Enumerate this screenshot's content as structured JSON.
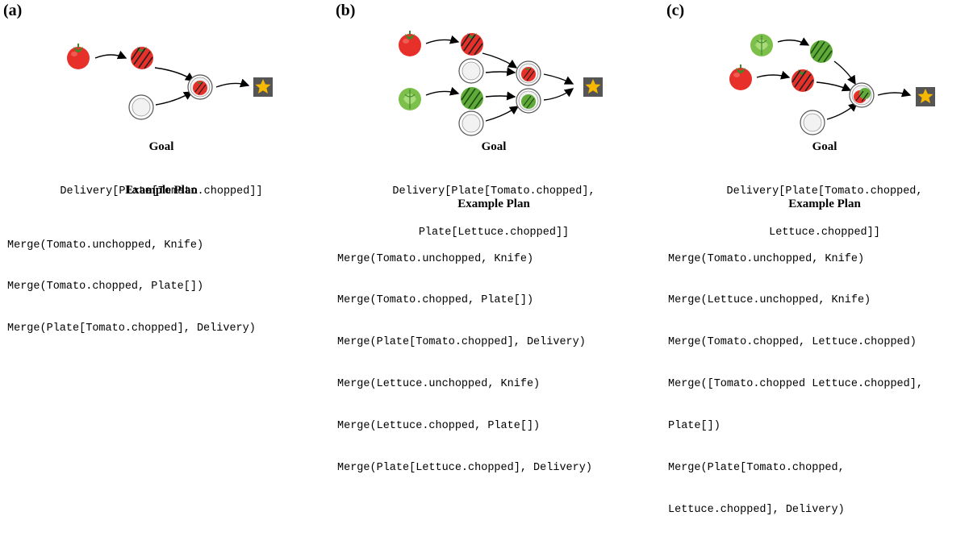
{
  "panels": [
    {
      "label": "(a)",
      "goal_title": "Goal",
      "goal_lines": [
        "Delivery[Plate[Tomato.chopped]]"
      ],
      "plan_title": "Example Plan",
      "plan": [
        "Merge(Tomato.unchopped, Knife)",
        "Merge(Tomato.chopped, Plate[])",
        "Merge(Plate[Tomato.chopped], Delivery)"
      ]
    },
    {
      "label": "(b)",
      "goal_title": "Goal",
      "goal_lines": [
        "Delivery[Plate[Tomato.chopped],",
        "Plate[Lettuce.chopped]]"
      ],
      "plan_title": "Example Plan",
      "plan": [
        "Merge(Tomato.unchopped, Knife)",
        "Merge(Tomato.chopped, Plate[])",
        "Merge(Plate[Tomato.chopped], Delivery)",
        "Merge(Lettuce.unchopped, Knife)",
        "Merge(Lettuce.chopped, Plate[])",
        "Merge(Plate[Lettuce.chopped], Delivery)"
      ]
    },
    {
      "label": "(c)",
      "goal_title": "Goal",
      "goal_lines": [
        "Delivery[Plate[Tomato.chopped,",
        "Lettuce.chopped]]"
      ],
      "plan_title": "Example Plan",
      "plan": [
        "Merge(Tomato.unchopped, Knife)",
        "Merge(Lettuce.unchopped, Knife)",
        "Merge(Tomato.chopped, Lettuce.chopped)",
        "Merge([Tomato.chopped Lettuce.chopped],",
        "Plate[])",
        "Merge(Plate[Tomato.chopped,",
        "Lettuce.chopped], Delivery)"
      ]
    }
  ],
  "colors": {
    "tomato": "#e8302a",
    "tomato_dark": "#b81c18",
    "lettuce": "#7cbf4a",
    "lettuce_dark": "#3f8a2a",
    "star": "#f6b800",
    "star_box": "#555555"
  }
}
